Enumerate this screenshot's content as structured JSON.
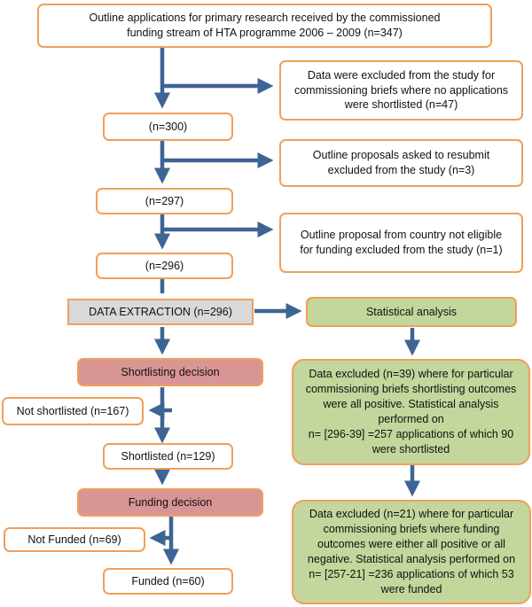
{
  "boxes": {
    "outline_applications": "Outline applications for primary research received by the commissioned\nfunding stream of HTA programme 2006 – 2009 (n=347)",
    "excluded_no_shortlist": "Data were excluded from the study for\ncommissioning briefs where no applications\nwere shortlisted (n=47)",
    "n300": "(n=300)",
    "excluded_resubmit": "Outline proposals asked to resubmit\nexcluded from the study (n=3)",
    "n297": "(n=297)",
    "excluded_country": "Outline proposal from country not eligible\nfor funding excluded from the study (n=1)",
    "n296": "(n=296)",
    "data_extraction": "DATA EXTRACTION  (n=296)",
    "statistical_analysis": "Statistical analysis",
    "shortlisting_decision": "Shortlisting decision",
    "not_shortlisted": "Not shortlisted (n=167)",
    "shortlisted": "Shortlisted (n=129)",
    "funding_decision": "Funding decision",
    "not_funded": "Not Funded (n=69)",
    "funded": "Funded (n=60)",
    "excluded_39": "Data excluded (n=39) where for particular\ncommissioning briefs shortlisting outcomes\nwere all positive. Statistical analysis\nperformed on\nn= [296-39] =257 applications of which 90\nwere shortlisted",
    "excluded_21": "Data excluded (n=21) where for particular\ncommissioning briefs where funding\noutcomes were either all positive or all\nnegative. Statistical analysis performed on\nn= [257-21] =236 applications of which 53\nwere funded"
  },
  "colors": {
    "box_border": "#f0a05a",
    "arrow": "#3d6494",
    "data_extraction_fill": "#d9d9d9",
    "decision_fill": "#d99594",
    "analysis_fill": "#c3d69b"
  }
}
